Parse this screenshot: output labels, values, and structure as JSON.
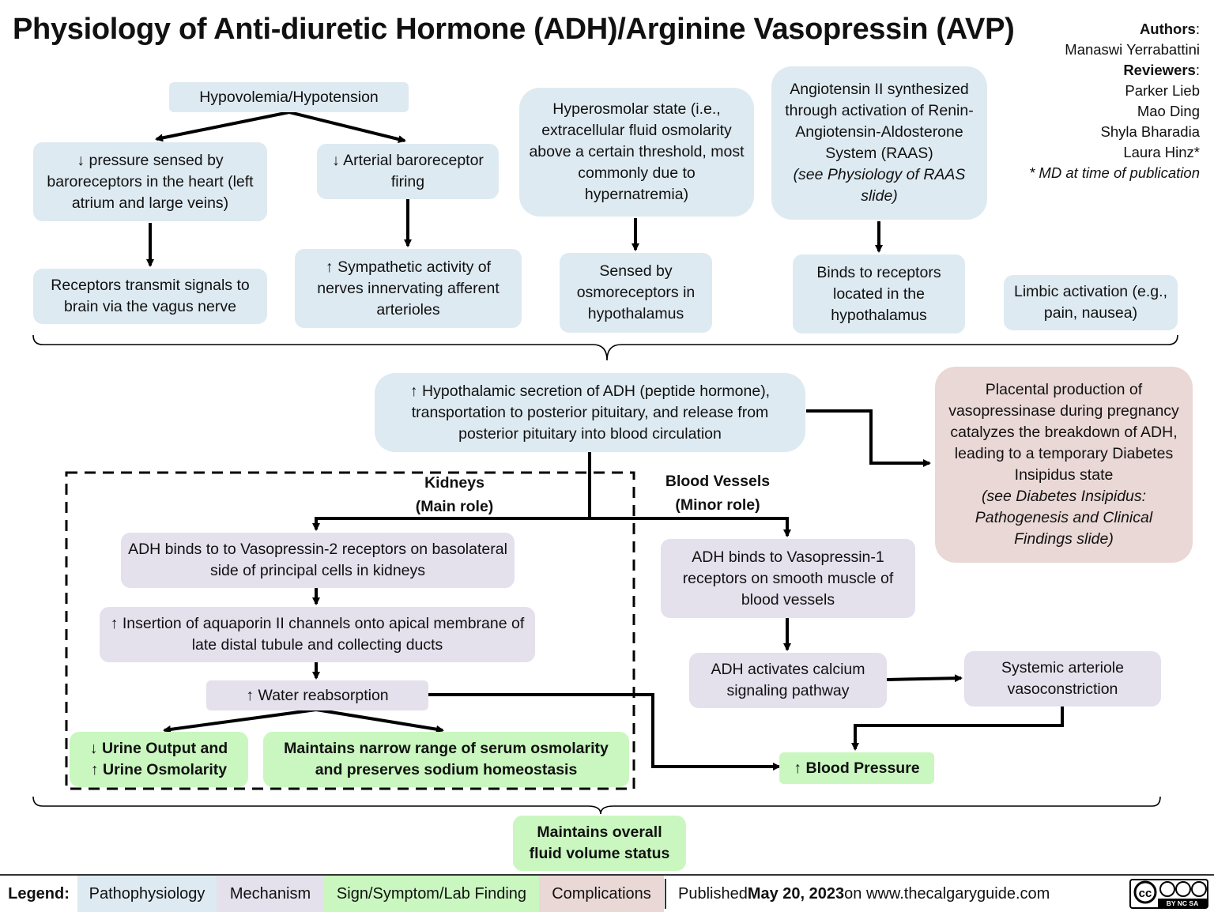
{
  "title": "Physiology of Anti-diuretic Hormone (ADH)/Arginine Vasopressin (AVP)",
  "credits": {
    "authors_label": "Authors",
    "authors": [
      "Manaswi Yerrabattini"
    ],
    "reviewers_label": "Reviewers",
    "reviewers": [
      "Parker Lieb",
      "Mao Ding",
      "Shyla Bharadia",
      "Laura Hinz*"
    ],
    "footnote": "* MD at time of publication"
  },
  "nodes": {
    "hypovolemia": "Hypovolemia/Hypotension",
    "baroreceptors_heart": "↓ pressure sensed by baroreceptors in the heart (left atrium and large veins)",
    "arterial_firing": "↓ Arterial baroreceptor firing",
    "vagus": "Receptors transmit signals to brain via the vagus nerve",
    "sympathetic": "↑ Sympathetic activity of nerves innervating afferent arterioles",
    "hyperosmolar": "Hyperosmolar state (i.e., extracellular fluid osmolarity above a certain threshold, most commonly due to hypernatremia)",
    "osmoreceptors": "Sensed by osmoreceptors in hypothalamus",
    "angiotensin_main": "Angiotensin II synthesized through activation of Renin-Angiotensin-Aldosterone System (RAAS)",
    "angiotensin_ref": "(see Physiology of RAAS slide)",
    "binds_hypothalamus": "Binds to receptors located in the hypothalamus",
    "limbic": "Limbic activation (e.g., pain, nausea)",
    "adh_secretion": "↑ Hypothalamic secretion of ADH (peptide hormone), transportation to posterior pituitary, and release from posterior pituitary into blood circulation",
    "placental_main": "Placental production of vasopressinase during pregnancy catalyzes the breakdown of ADH, leading to a temporary Diabetes Insipidus state",
    "placental_ref": "(see Diabetes Insipidus: Pathogenesis and Clinical Findings slide)",
    "kidneys_label": "Kidneys\n(Main role)",
    "vessels_label": "Blood Vessels\n(Minor role)",
    "v2_receptors": "ADH binds to to Vasopressin-2 receptors on basolateral side of principal cells in kidneys",
    "aquaporin": "↑ Insertion of aquaporin II channels onto apical membrane of late distal tubule and collecting ducts",
    "water_reabsorption": "↑ Water reabsorption",
    "urine": "↓ Urine Output and\n↑ Urine Osmolarity",
    "serum_osmolarity": "Maintains narrow range of serum osmolarity and preserves sodium homeostasis",
    "v1_receptors": "ADH binds to Vasopressin-1 receptors on smooth muscle of blood vessels",
    "calcium": "ADH activates calcium signaling pathway",
    "vasoconstriction": "Systemic arteriole vasoconstriction",
    "blood_pressure": "↑ Blood Pressure",
    "fluid_volume": "Maintains overall fluid volume status"
  },
  "legend": {
    "label": "Legend:",
    "items": [
      "Pathophysiology",
      "Mechanism",
      "Sign/Symptom/Lab Finding",
      "Complications"
    ],
    "published_prefix": "Published",
    "published_date": "May 20, 2023",
    "published_suffix": "on www.thecalgaryguide.com",
    "license": "BY NC SA"
  },
  "colors": {
    "pathophysiology": "#deeaf1",
    "mechanism": "#e4e0ec",
    "sign_symptom": "#c9f7bf",
    "complications": "#ead8d6"
  }
}
